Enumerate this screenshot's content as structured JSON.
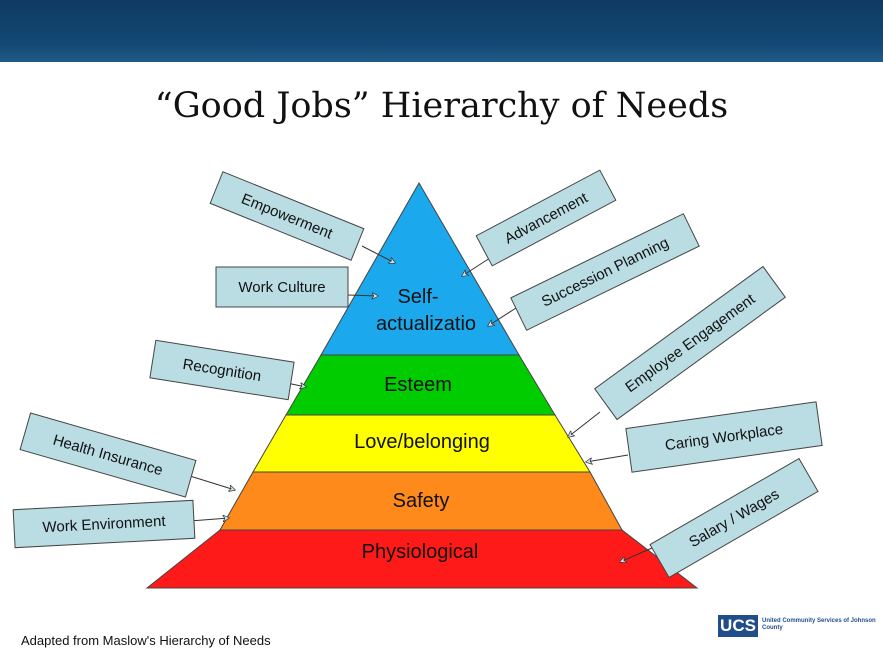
{
  "slide": {
    "title": "“Good Jobs” Hierarchy of Needs",
    "footer": "Adapted from Maslow's Hierarchy of Needs",
    "logo": {
      "abbr": "UCS",
      "name": "United Community Services of Johnson County"
    },
    "header_color": "#134873"
  },
  "pyramid": {
    "levels": [
      {
        "id": "self-actualization",
        "lines": [
          "Self-",
          "actualizatio"
        ],
        "color": "#1ca8ec"
      },
      {
        "id": "esteem",
        "lines": [
          "Esteem"
        ],
        "color": "#00cc00"
      },
      {
        "id": "love-belonging",
        "lines": [
          "Love/belonging"
        ],
        "color": "#ffff00"
      },
      {
        "id": "safety",
        "lines": [
          "Safety"
        ],
        "color": "#ff8a1c"
      },
      {
        "id": "physiological",
        "lines": [
          "Physiological"
        ],
        "color": "#ff1a1a"
      }
    ]
  },
  "callouts": {
    "empowerment": "Empowerment",
    "work_culture": "Work Culture",
    "recognition": "Recognition",
    "health_insurance": "Health Insurance",
    "work_environment": "Work Environment",
    "advancement": "Advancement",
    "succession_planning": "Succession Planning",
    "employee_engagement": "Employee Engagement",
    "caring_workplace": "Caring Workplace",
    "salary_wages": "Salary / Wages",
    "box_color": "#b9dde3"
  }
}
